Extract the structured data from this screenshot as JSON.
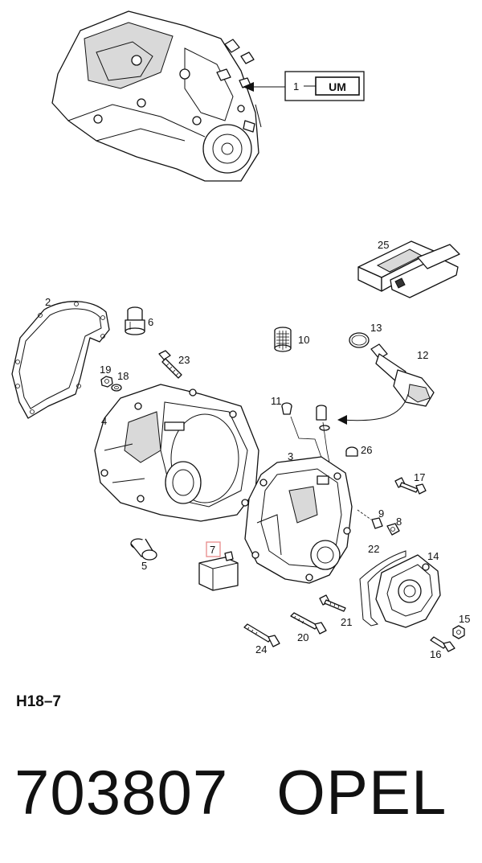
{
  "assembly_ref": {
    "number": "1",
    "code": "UM"
  },
  "callouts": {
    "c2": "2",
    "c3": "3",
    "c4": "4",
    "c5": "5",
    "c6": "6",
    "c7": "7",
    "c8": "8",
    "c9": "9",
    "c10": "10",
    "c11": "11",
    "c12": "12",
    "c13": "13",
    "c14": "14",
    "c15": "15",
    "c16": "16",
    "c17": "17",
    "c18": "18",
    "c19": "19",
    "c20": "20",
    "c21": "21",
    "c22": "22",
    "c23": "23",
    "c24": "24",
    "c25": "25",
    "c26": "26"
  },
  "highlighted_callout": "7",
  "highlight_color": "#e88a8a",
  "diagram_code": "H18–7",
  "part_number": "703807",
  "brand": "OPEL"
}
